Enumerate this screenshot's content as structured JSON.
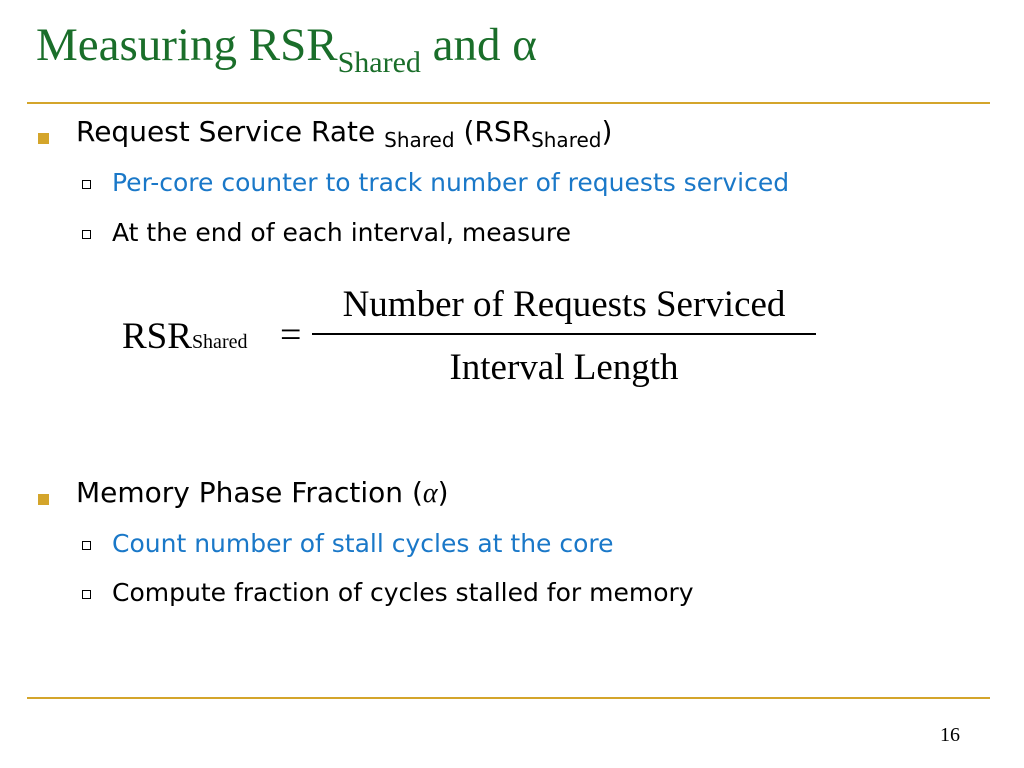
{
  "title": {
    "main": "Measuring RSR",
    "sub": "Shared",
    "rest": " and α"
  },
  "bullets": [
    {
      "lead": "Request Service Rate ",
      "sub": "Shared",
      "paren_open": " (RSR",
      "paren_sub": "Shared",
      "paren_close": ")",
      "items": [
        {
          "text": "Per-core counter to track number of requests serviced",
          "color": "#1a78c8"
        },
        {
          "text": "At the end of each interval, measure",
          "color": "#000000"
        }
      ]
    },
    {
      "lead": "Memory Phase Fraction (",
      "symbol": "α",
      "close": ")",
      "items": [
        {
          "text": "Count number of stall cycles at the core",
          "color": "#1a78c8"
        },
        {
          "text": "Compute fraction of cycles stalled for memory",
          "color": "#000000"
        }
      ]
    }
  ],
  "formula": {
    "lhs": "RSR",
    "lhs_sub": "Shared",
    "eq": "=",
    "numerator": "Number of Requests Serviced",
    "denominator": "Interval Length"
  },
  "page_number": "16",
  "colors": {
    "title": "#1a6e2a",
    "accent": "#d4a52b",
    "highlight": "#1a78c8"
  }
}
